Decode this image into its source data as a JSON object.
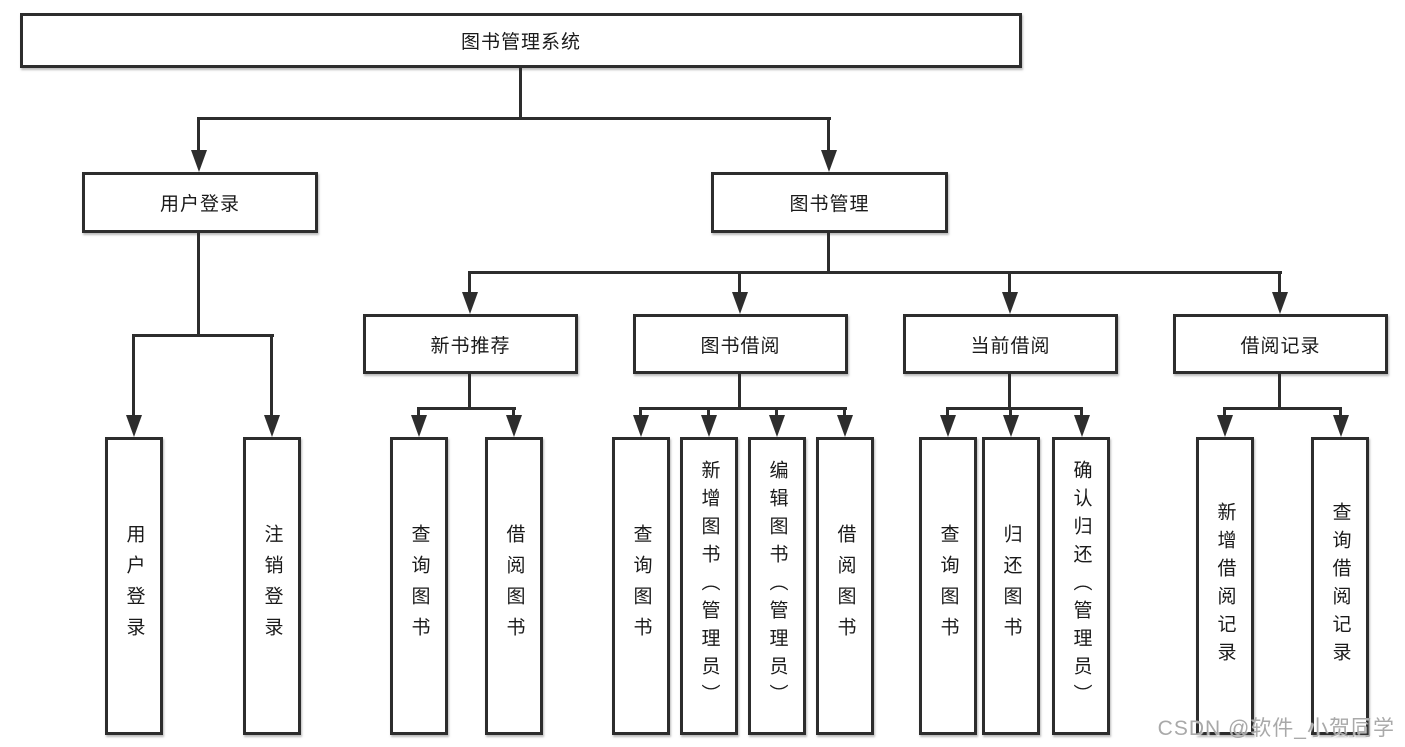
{
  "diagram": {
    "root": {
      "label": "图书管理系统"
    },
    "level2": [
      {
        "label": "用户登录"
      },
      {
        "label": "图书管理"
      }
    ],
    "level3": [
      {
        "label": "新书推荐"
      },
      {
        "label": "图书借阅"
      },
      {
        "label": "当前借阅"
      },
      {
        "label": "借阅记录"
      }
    ],
    "leaves": [
      {
        "parent": "用户登录",
        "label": "用户登录"
      },
      {
        "parent": "用户登录",
        "label": "注销登录"
      },
      {
        "parent": "新书推荐",
        "label": "查询图书"
      },
      {
        "parent": "新书推荐",
        "label": "借阅图书"
      },
      {
        "parent": "图书借阅",
        "label": "查询图书"
      },
      {
        "parent": "图书借阅",
        "label": "新增图书（管理员）"
      },
      {
        "parent": "图书借阅",
        "label": "编辑图书（管理员）"
      },
      {
        "parent": "图书借阅",
        "label": "借阅图书"
      },
      {
        "parent": "当前借阅",
        "label": "查询图书"
      },
      {
        "parent": "当前借阅",
        "label": "归还图书"
      },
      {
        "parent": "当前借阅",
        "label": "确认归还（管理员）"
      },
      {
        "parent": "借阅记录",
        "label": "新增借阅记录"
      },
      {
        "parent": "借阅记录",
        "label": "查询借阅记录"
      }
    ]
  },
  "watermark": "CSDN @软件_小贺同学",
  "colors": {
    "line": "#2d2d2d",
    "text": "#1a1a1a",
    "background": "#ffffff",
    "watermark": "#a9a9a9"
  }
}
